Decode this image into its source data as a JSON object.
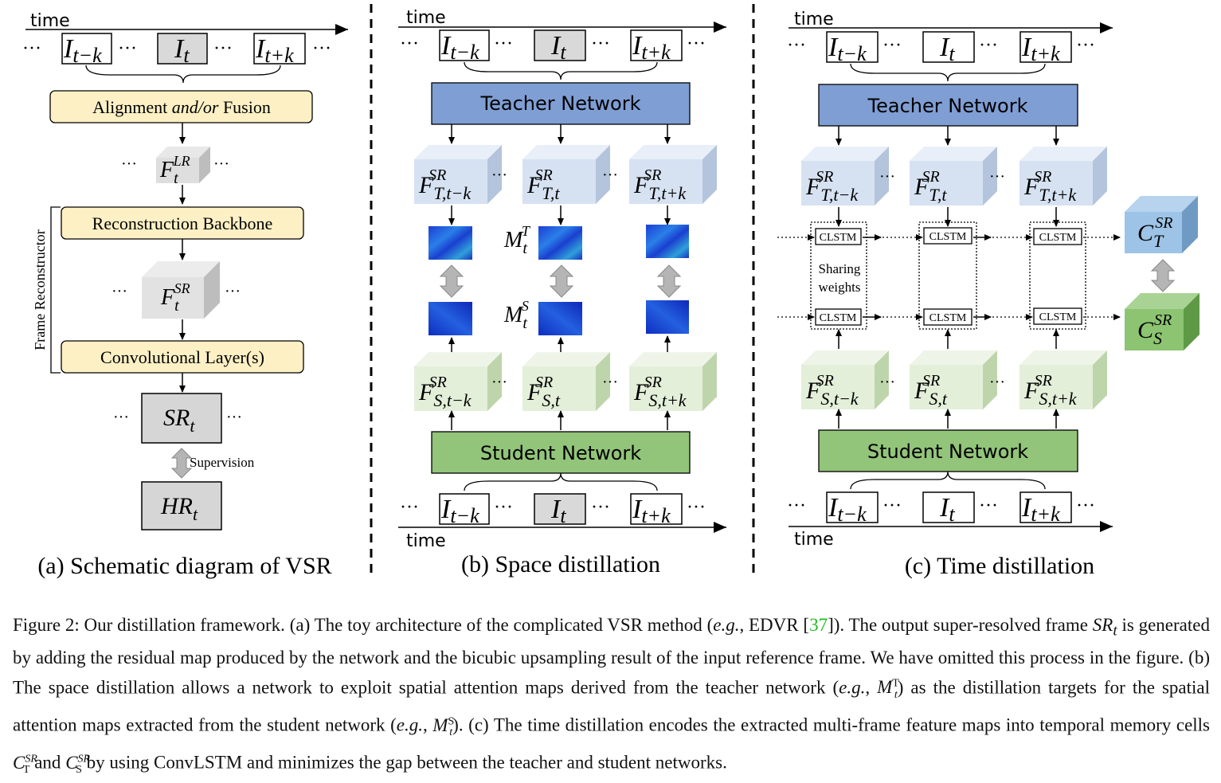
{
  "figure": {
    "axis_label": "time",
    "dots": "···",
    "frames": {
      "prev": "t−k",
      "cur": "t",
      "next": "t+k"
    },
    "panel_a": {
      "caption": "(a) Schematic diagram of VSR",
      "align_pre": "Alignment ",
      "align_it": "and/or",
      "align_post": " Fusion",
      "recon": "Reconstruction Backbone",
      "conv": "Convolutional Layer(s)",
      "frame_reconstructor": "Frame Reconstructor",
      "f_lr_sub": "t",
      "f_lr_sup": "LR",
      "f_sr_sub": "t",
      "f_sr_sup": "SR",
      "sr": "SR",
      "sr_sub": "t",
      "hr": "HR",
      "hr_sub": "t",
      "supervision": "Supervision"
    },
    "panel_b": {
      "caption": "(b) Space distillation",
      "teacher": "Teacher Network",
      "student": "Student Network",
      "teacher_subs": [
        "T,t−k",
        "T,t",
        "T,t+k"
      ],
      "student_subs": [
        "S,t−k",
        "S,t",
        "S,t+k"
      ],
      "sup": "SR",
      "mt_sup": "T",
      "ms_sup": "S",
      "m_sub": "t"
    },
    "panel_c": {
      "caption": "(c) Time distillation",
      "teacher": "Teacher Network",
      "student": "Student Network",
      "clstm": "CLSTM",
      "sharing1": "Sharing",
      "sharing2": "weights",
      "ct_sub": "T",
      "cs_sub": "S",
      "c_sup": "SR"
    }
  },
  "caption": {
    "line1_a": "Figure 2: Our distillation framework. (a) The toy architecture of the complicated VSR method (",
    "eg": "e.g.",
    "line1_b": ", EDVR [",
    "ref": "37",
    "line1_c": "]). The output super-resolved frame ",
    "sr": "SR",
    "sr_sub": "t",
    "line2": " is generated by adding the residual map produced by the network and the bicubic upsampling result of the input reference frame. We have omitted this process in the figure. (b) The space distillation allows a network to exploit spatial attention maps derived from the teacher network (",
    "m": "M",
    "mt_sup": "T",
    "m_sub": "t",
    "line3": ") as the distillation targets for the spatial attention maps extracted from the student network (",
    "ms_sup": "S",
    "line4": "). (c) The time distillation encodes the extracted multi-frame feature maps into temporal memory cells ",
    "c": "C",
    "ct_sub": "T",
    "cs_sub": "S",
    "c_sup": "SR",
    "and": " and ",
    "line5": " by using ConvLSTM and minimizes the gap between the teacher and student networks."
  },
  "colors": {
    "teacher": "#7f9ed4",
    "student": "#92c47a",
    "yellow": "#fdf0c4",
    "gray": "#d9d9d9",
    "teacher_cube": "#d6e2f2",
    "student_cube": "#e4efd9",
    "ct_cube": "#9dc3e6",
    "cs_cube": "#8cc471"
  }
}
